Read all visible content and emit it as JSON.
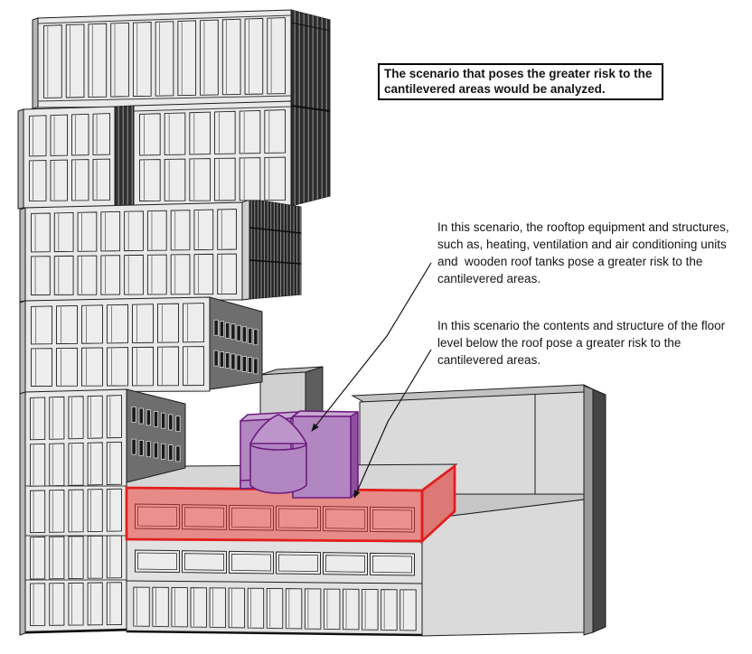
{
  "figure": {
    "title_box": {
      "text": "The scenario that poses the greater risk to the cantilevered areas would be analyzed."
    },
    "annotations": [
      {
        "id": "rooftop-equipment",
        "text": "In this scenario, the rooftop equipment and structures, such as, heating, ventilation and air conditioning units and  wooden roof tanks pose a greater risk to the cantilevered areas."
      },
      {
        "id": "floor-below-roof",
        "text": "In this scenario the contents and structure of the floor level below the roof pose a greater risk to the cantilevered areas."
      }
    ],
    "colors": {
      "highlight_red_border": "#e11f1f",
      "highlight_red_fill": "rgba(234,51,45,0.5)",
      "equipment_purple": "#b286c1",
      "equipment_purple_outline": "#6d1d7f",
      "building_front": "#e9e9e9",
      "building_dark_side": "#2c2c2c",
      "building_mid_side": "#6e6e6e"
    }
  }
}
